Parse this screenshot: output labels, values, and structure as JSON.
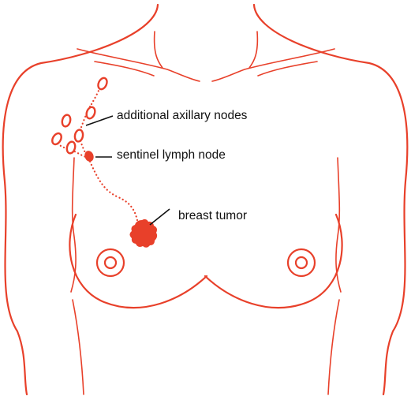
{
  "labels": {
    "axillary": "additional axillary nodes",
    "sentinel": "sentinel lymph node",
    "tumor": "breast tumor"
  },
  "colors": {
    "accent": "#e8402a",
    "text": "#111111",
    "background": "#ffffff"
  }
}
